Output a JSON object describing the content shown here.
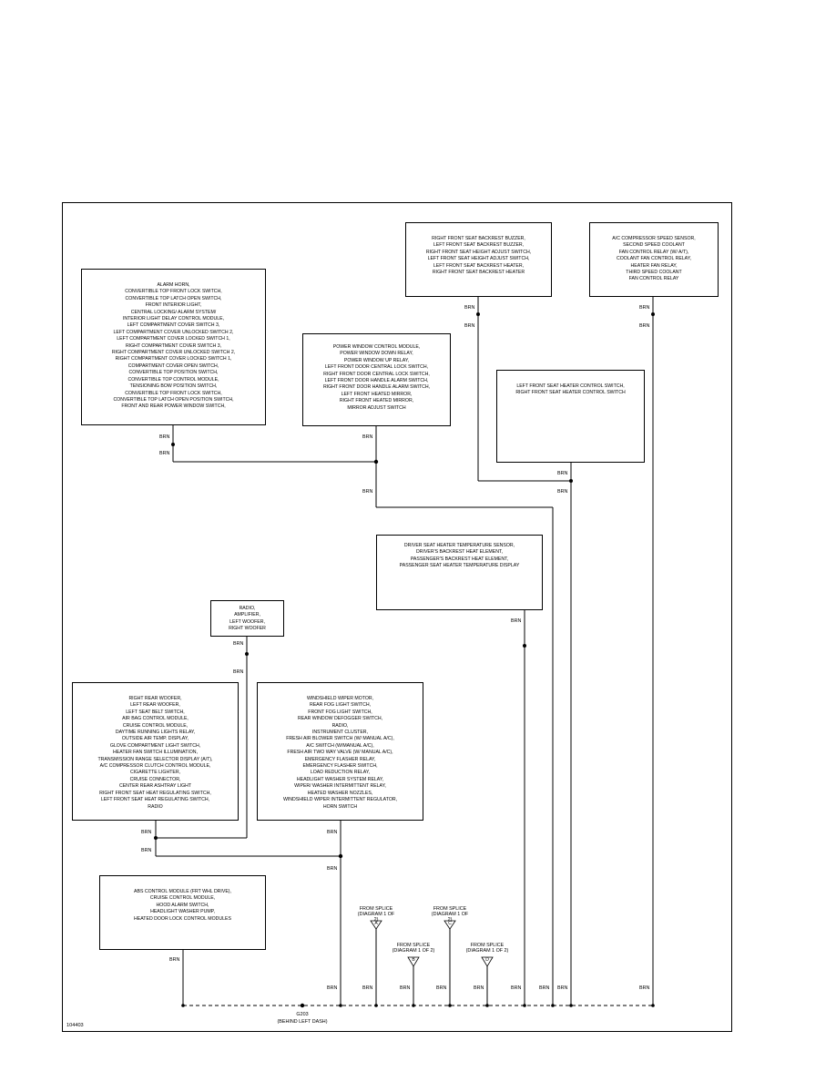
{
  "figure_id": "104403",
  "wire_color": "BRN",
  "ground": {
    "id": "G203",
    "location": "(BEHIND LEFT DASH)"
  },
  "components": {
    "alarm_horn_group": "ALARM HORN,\nCONVERTIBLE TOP FRONT LOCK SWITCH,\nCONVERTIBLE TOP LATCH OPEN SWITCH,\nFRONT INTERIOR LIGHT,\nCENTRAL LOCKING/ ALARM SYSTEM/\nINTERIOR LIGHT DELAY CONTROL MODULE,\nLEFT COMPARTMENT COVER SWITCH 3,\nLEFT COMPARTMENT COVER UNLOCKED SWITCH 2,\nLEFT COMPARTMENT COVER LOCKED SWITCH 1,\nRIGHT COMPARTMENT COVER SWITCH 3,\nRIGHT COMPARTMENT COVER UNLOCKED SWITCH 2,\nRIGHT COMPARTMENT COVER LOCKED SWITCH 1,\nCOMPARTMENT COVER OPEN SWITCH,\nCONVERTIBLE TOP POSITION SWITCH,\nCONVERTIBLE TOP CONTROL MODULE,\nTENSIONING BOW POSITION SWITCH,\nCONVERTIBLE TOP FRONT LOCK SWITCH,\nCONVERTIBLE TOP LATCH OPEN POSITION SWITCH,\nFRONT AND REAR POWER WINDOW SWITCH,",
    "power_window_group": "POWER WINDOW CONTROL MODULE,\nPOWER WINDOW DOWN RELAY,\nPOWER WINDOW UP RELAY,\nLEFT FRONT DOOR CENTRAL LOCK SWITCH,\nRIGHT FRONT DOOR CENTRAL LOCK SWITCH,\nLEFT FRONT DOOR HANDLE ALARM SWITCH,\nRIGHT FRONT DOOR HANDLE ALARM SWITCH,\nLEFT FRONT HEATED MIRROR,\nRIGHT FRONT HEATED MIRROR,\nMIRROR ADJUST SWITCH",
    "seat_backrest_group": "RIGHT FRONT SEAT BACKREST BUZZER,\nLEFT FRONT SEAT BACKREST BUZZER,\nRIGHT FRONT SEAT HEIGHT ADJUST SWITCH,\nLEFT FRONT SEAT HEIGHT ADJUST SWITCH,\nLEFT FRONT SEAT BACKREST HEATER,\nRIGHT FRONT SEAT BACKREST HEATER",
    "ac_group": "A/C COMPRESSOR SPEED SENSOR,\nSECOND SPEED COOLANT\nFAN CONTROL RELAY (W/ A/T),\nCOOLANT FAN CONTROL RELAY,\nHEATER FAN RELAY,\nTHIRD SPEED COOLANT\nFAN CONTROL RELAY",
    "seat_heater_switch_group": "LEFT FRONT SEAT HEATER CONTROL SWITCH,\nRIGHT FRONT SEAT HEATER CONTROL SWITCH",
    "seat_temp_group": "DRIVER SEAT HEATER TEMPERATURE SENSOR,\nDRIVER'S BACKREST HEAT ELEMENT,\nPASSENGER'S BACKREST HEAT ELEMENT,\nPASSENGER SEAT HEATER TEMPERATURE DISPLAY",
    "radio_group": "RADIO,\nAMPLIFIER,\nLEFT WOOFER,\nRIGHT WOOFER",
    "rear_woofer_group": "RIGHT REAR WOOFER,\nLEFT REAR WOOFER,\nLEFT SEAT BELT SWITCH,\nAIR BAG CONTROL MODULE,\nCRUISE CONTROL MODULE,\nDAYTIME RUNNING LIGHTS RELAY,\nOUTSIDE AIR TEMP. DISPLAY,\nGLOVE COMPARTMENT LIGHT SWITCH,\nHEATER FAN SWITCH ILLUMINATION,\nTRANSMISSION RANGE SELECTOR DISPLAY (A/T),\nA/C COMPRESSOR CLUTCH CONTROL MODULE,\nCIGARETTE LIGHTER,\nCRUISE CONNECTOR,\nCENTER REAR ASHTRAY LIGHT\nRIGHT FRONT SEAT HEAT REGULATING SWITCH,\nLEFT FRONT SEAT HEAT REGULATING SWITCH,\nRADIO",
    "wiper_group": "WINDSHIELD WIPER MOTOR,\nREAR FOG LIGHT SWITCH,\nFRONT FOG LIGHT SWITCH,\nREAR WINDOW DEFOGGER SWITCH,\nRADIO,\nINSTRUMENT CLUSTER,\nFRESH AIR BLOWER SWITCH (W/ MANUAL A/C),\nA/C SWITCH (W/MANUAL A/C),\nFRESH AIR TWO WAY VALVE (W/ MANUAL A/C),\nEMERGENCY FLASHER RELAY,\nEMERGENCY FLASHER SWITCH,\nLOAD REDUCTION RELAY,\nHEADLIGHT WASHER SYSTEM RELAY,\nWIPER/ WASHER INTERMITTENT RELAY,\nHEATED WASHER NOZZLES,\nWINDSHIELD WIPER INTERMITTENT REGULATOR,\nHORN SWITCH",
    "abs_group": "ABS CONTROL MODULE (FRT WHL DRIVE),\nCRUISE CONTROL MODULE,\nHOOD ALARM SWITCH,\nHEADLIGHT WASHER PUMP,\nHEATED DOOR LOCK CONTROL MODULES"
  },
  "splices": [
    {
      "text": "FROM SPLICE\n(DIAGRAM 1 OF 2)",
      "letter": "A"
    },
    {
      "text": "FROM SPLICE\n(DIAGRAM 1 OF 2)",
      "letter": "B"
    },
    {
      "text": "FROM SPLICE\n(DIAGRAM 1 OF 2)",
      "letter": "C"
    },
    {
      "text": "FROM SPLICE\n(DIAGRAM 1 OF 2)",
      "letter": "D"
    }
  ]
}
